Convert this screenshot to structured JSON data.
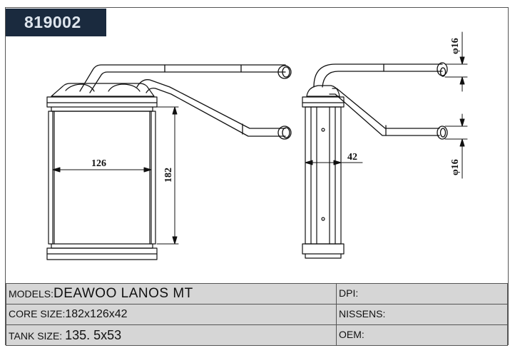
{
  "header": {
    "part_number": "819002"
  },
  "dimensions": {
    "width": "126",
    "height": "182",
    "depth": "42",
    "pipe_top": "φ16",
    "pipe_bottom": "φ16"
  },
  "table": {
    "models_label": "MODELS:",
    "models_value": "DEAWOO  LANOS  MT",
    "core_label": "CORE SIZE:",
    "core_value": "182x126x42",
    "tank_label": "TANK SIZE: ",
    "tank_value": "135. 5x53",
    "dpi_label": "DPI:",
    "nissens_label": "NISSENS:",
    "oem_label": "OEM:"
  }
}
